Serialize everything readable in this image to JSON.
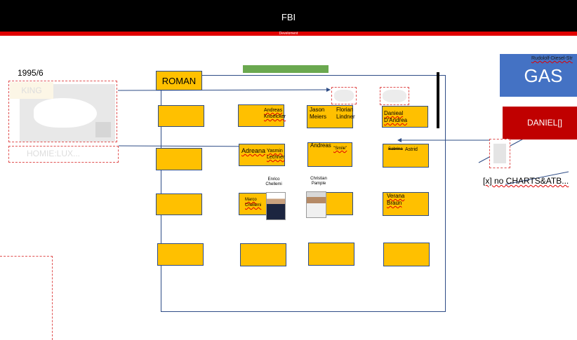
{
  "header": {
    "title": "FBI",
    "subtitle": "Develoment"
  },
  "left_panel": {
    "date": "1995/6",
    "king_label": "KING",
    "homie_label": "HOMIE:LUX..."
  },
  "main_room": {
    "lead_label": "ROMAN",
    "people": {
      "andreas_knoelcker": "Andreas Knoelcker",
      "jason_meiers": "Jason Meiers",
      "florian_lindner": "Florian Lindner",
      "danieal_dandrea": "Danieal D'Andrea",
      "adreana": "Adreana",
      "yasmin_lechner": "Yasmin Lechner",
      "andreas": "Andreas",
      "smile": "\"Smile\"",
      "sabrina": "Sabrina",
      "astrid": "Astrid",
      "enrico_chellemi": "Enrico Chellemi",
      "christian_pample": "Christian Pample",
      "marco_chellemi": "Marco Chellemi",
      "verana_braun": "Verana Braun"
    }
  },
  "right_panel": {
    "gas_address": "Rudololf-Diesel-Str",
    "gas_label": "GAS",
    "daniel_label": "DANIEL[]",
    "notice": "[x] no CHARTS&ATB..."
  },
  "colors": {
    "header_bg": "#000000",
    "header_accent": "#e00000",
    "desk_fill": "#ffc000",
    "desk_border": "#2e4c86",
    "gas_blue": "#4472c4",
    "daniel_red": "#c00000",
    "green_bar": "#6aa84f",
    "placeholder_dash": "#e05050"
  },
  "icons": [
    "person-photo",
    "placeholder-image",
    "arrow-right",
    "arrow-left"
  ]
}
